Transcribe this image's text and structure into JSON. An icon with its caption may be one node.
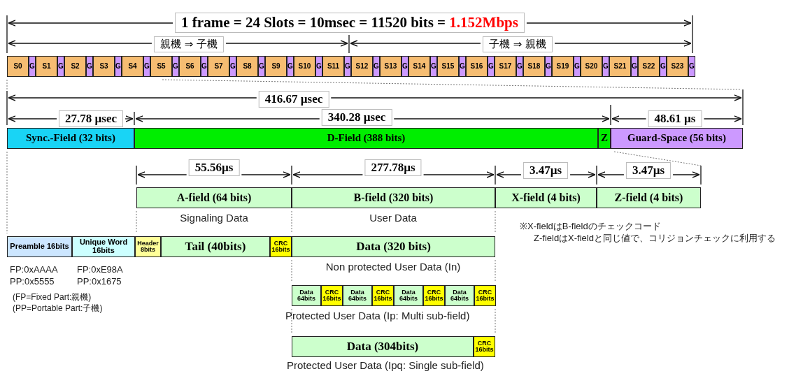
{
  "diagram": {
    "nodes": [
      {
        "text": [
          "S0"
        ]
      },
      {
        "text": [
          "G"
        ]
      },
      {
        "text": [
          "S1"
        ]
      },
      {
        "text": [
          "G"
        ]
      },
      {
        "text": [
          "S2"
        ]
      },
      {
        "text": [
          "G"
        ]
      },
      {
        "text": [
          "S3"
        ]
      },
      {
        "text": [
          "G"
        ]
      },
      {
        "text": [
          "S4"
        ]
      },
      {
        "text": [
          "G"
        ]
      },
      {
        "text": [
          "S5"
        ]
      },
      {
        "text": [
          "G"
        ]
      },
      {
        "text": [
          "S6"
        ]
      },
      {
        "text": [
          "G"
        ]
      },
      {
        "text": [
          "S7"
        ]
      },
      {
        "text": [
          "G"
        ]
      },
      {
        "text": [
          "S8"
        ]
      },
      {
        "text": [
          "G"
        ]
      },
      {
        "text": [
          "S9"
        ]
      },
      {
        "text": [
          "G"
        ]
      },
      {
        "text": [
          "S10"
        ]
      },
      {
        "text": [
          "G"
        ]
      },
      {
        "text": [
          "S11"
        ]
      },
      {
        "text": [
          "G"
        ]
      },
      {
        "text": [
          "S12"
        ]
      },
      {
        "text": [
          "G"
        ]
      },
      {
        "text": [
          "S13"
        ]
      },
      {
        "text": [
          "G"
        ]
      },
      {
        "text": [
          "S14"
        ]
      },
      {
        "text": [
          "G"
        ]
      },
      {
        "text": [
          "S15"
        ]
      },
      {
        "text": [
          "G"
        ]
      },
      {
        "text": [
          "S16"
        ]
      },
      {
        "text": [
          "G"
        ]
      },
      {
        "text": [
          "S17"
        ]
      },
      {
        "text": [
          "G"
        ]
      },
      {
        "text": [
          "S18"
        ]
      },
      {
        "text": [
          "G"
        ]
      },
      {
        "text": [
          "S19"
        ]
      },
      {
        "text": [
          "G"
        ]
      },
      {
        "text": [
          "S20"
        ]
      },
      {
        "text": [
          "G"
        ]
      },
      {
        "text": [
          "S21"
        ]
      },
      {
        "text": [
          "G"
        ]
      },
      {
        "text": [
          "S22"
        ]
      },
      {
        "text": [
          "G"
        ]
      },
      {
        "text": [
          "S23"
        ]
      },
      {
        "text": [
          "G"
        ]
      },
      {
        "text": [
          "Sync.-Field (32 bits)"
        ]
      },
      {
        "text": [
          "D-Field (388 bits)"
        ]
      },
      {
        "text": [
          "Z"
        ]
      },
      {
        "text": [
          "Guard-Space (56 bits)"
        ]
      },
      {
        "text": [
          "A-field (64 bits)"
        ],
        "beside": [
          "Signaling Data"
        ]
      },
      {
        "text": [
          "B-field (320 bits)"
        ],
        "beside": [
          "User Data"
        ]
      },
      {
        "text": [
          "X-field (4 bits)"
        ]
      },
      {
        "text": [
          "Z-field (4 bits)"
        ]
      },
      {
        "text": [
          "Preamble 16bits"
        ]
      },
      {
        "text": [
          "Unique Word 16bits"
        ]
      },
      {
        "text": [
          "Header 8bits"
        ]
      },
      {
        "text": [
          "Tail (40bits)"
        ]
      },
      {
        "text": [
          "CRC 16bits"
        ]
      },
      {
        "text": [
          "Data (320 bits)"
        ],
        "beside": [
          "Non protected User Data (In)"
        ]
      },
      {
        "text": [
          "Data 64bits"
        ]
      },
      {
        "text": [
          "CRC 16bits"
        ]
      },
      {
        "text": [
          "Data 64bits"
        ]
      },
      {
        "text": [
          "CRC 16bits"
        ]
      },
      {
        "text": [
          "Data 64bits"
        ]
      },
      {
        "text": [
          "CRC 16bits"
        ]
      },
      {
        "text": [
          "Data 64bits"
        ]
      },
      {
        "text": [
          "CRC 16bits"
        ]
      },
      {
        "text": [
          "Data (304bits)"
        ]
      },
      {
        "text": [
          "CRC 16bits"
        ]
      }
    ],
    "labels": [
      "1 frame = 24 Slots = 10msec = 11520 bits =",
      "1.152Mbps",
      "親機 ⇒ 子機",
      "子機 ⇒ 親機",
      "416.67 µsec",
      "27.78 µsec",
      "340.28 µsec",
      "48.61 µs",
      "55.56µs",
      "277.78µs",
      "3.47µs",
      "3.47µs",
      "※X-fieldはB-fieldのチェックコード",
      "Z-fieldはX-fieldと同じ値で、コリジョンチェックに利用する",
      "FP:0xAAAA",
      "FP:0xE98A",
      "PP:0x5555",
      "PP:0x1675",
      "(FP=Fixed Part:親機)",
      "(PP=Portable Part:子機)",
      "Protected User Data (Ip: Multi sub-field)",
      "Protected User Data (Ipq: Single sub-field)"
    ]
  }
}
